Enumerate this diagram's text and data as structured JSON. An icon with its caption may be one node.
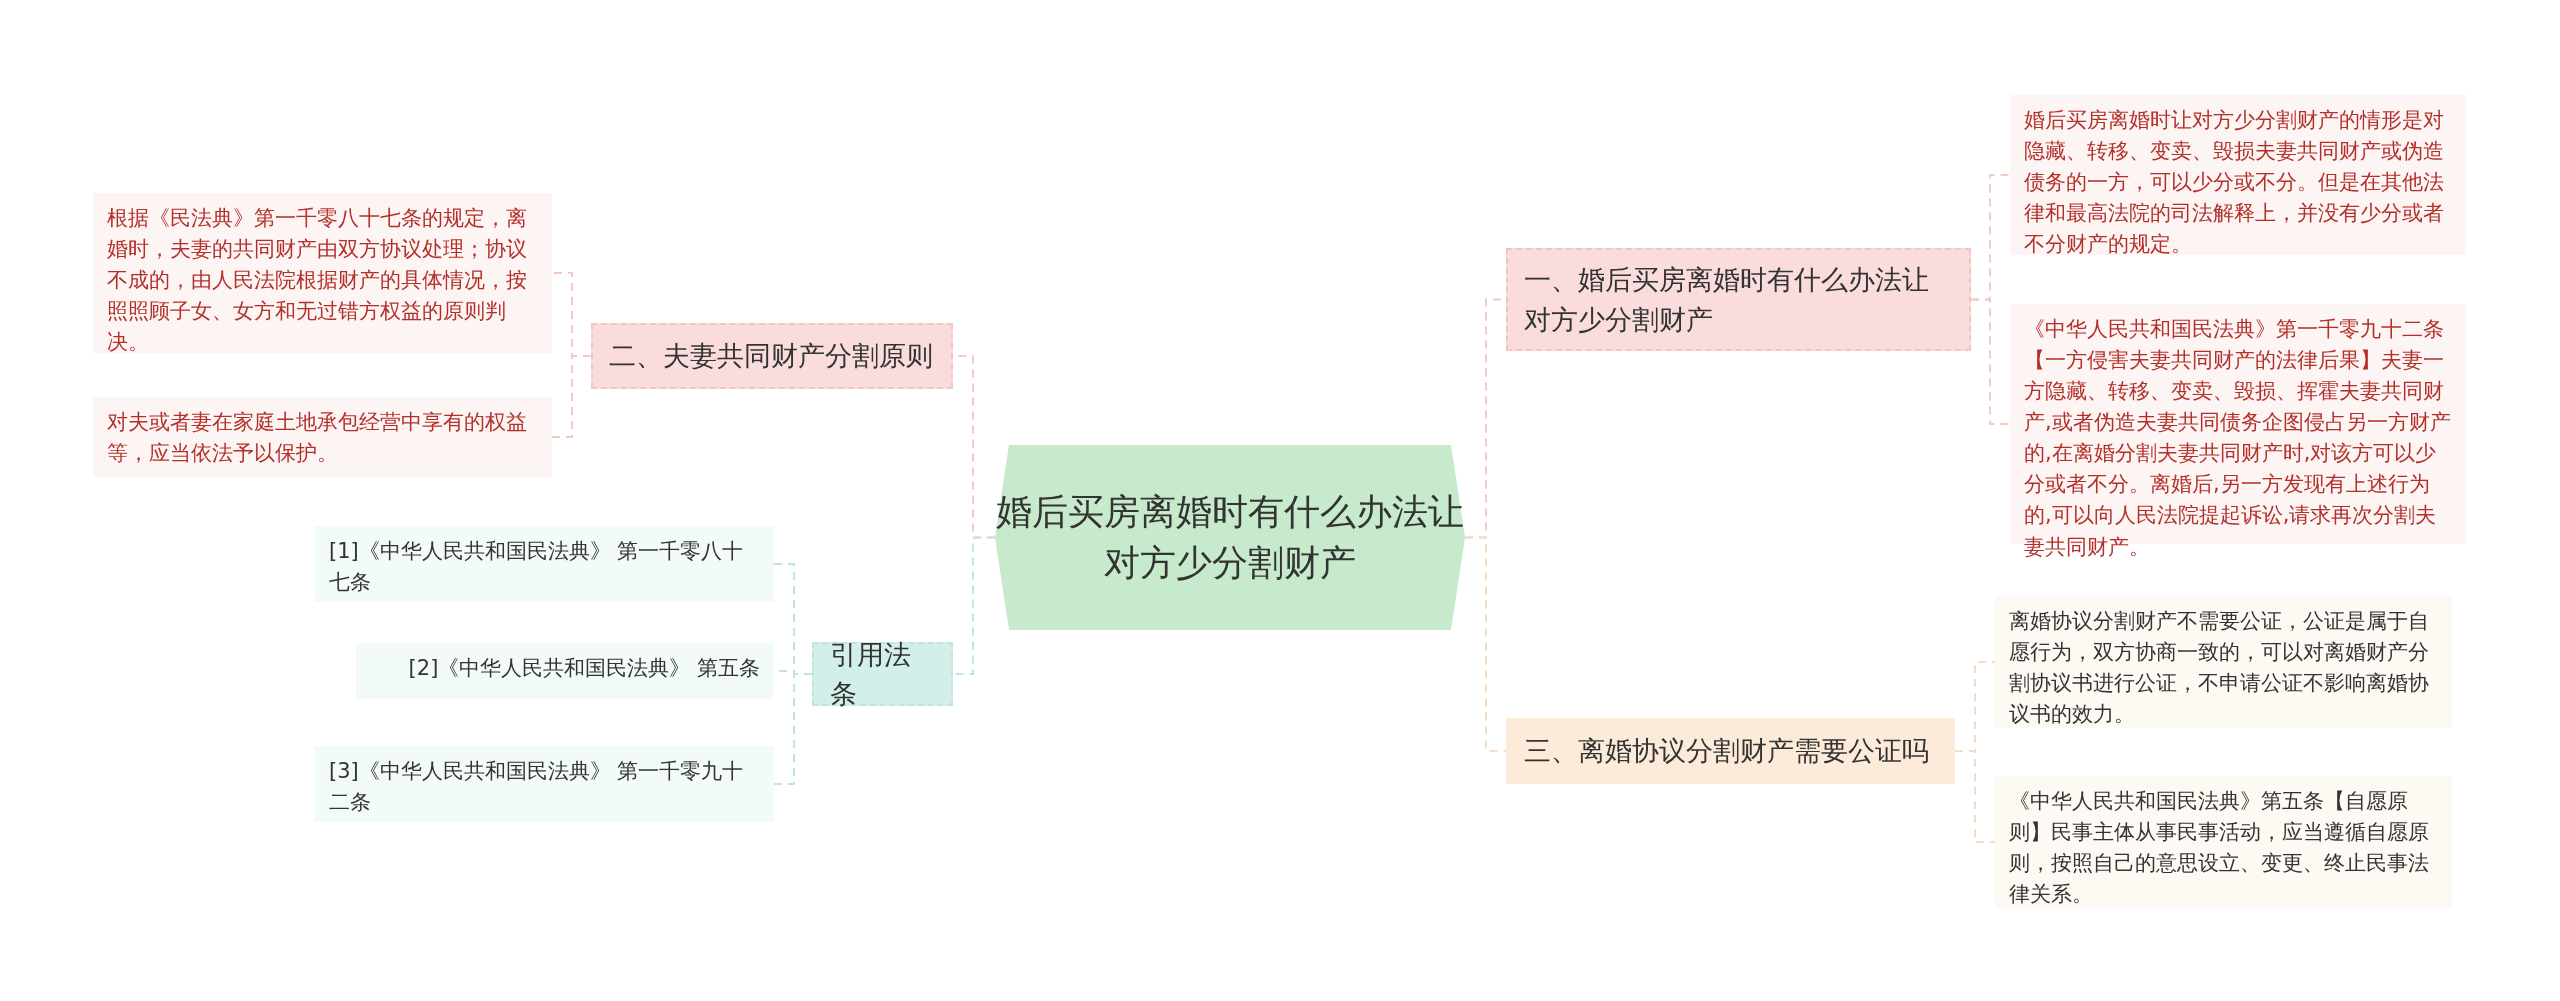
{
  "diagram": {
    "nodes": [
      {
        "text": [
          "婚后买房离婚时有什么办法让对方少分割财产"
        ]
      },
      {
        "text": [
          "一、婚后买房离婚时有什么办法让对方少分割财产"
        ]
      },
      {
        "text": [
          "婚后买房离婚时让对方少分割财产的情形是对隐藏、转移、变卖、毁损夫妻共同财产或伪造债务的一方，可以少分或不分。但是在其他法律和最高法院的司法解释上，并没有少分或者不分财产的规定。"
        ]
      },
      {
        "text": [
          "《中华人民共和国民法典》第一千零九十二条【一方侵害夫妻共同财产的法律后果】夫妻一方隐藏、转移、变卖、毁损、挥霍夫妻共同财产,或者伪造夫妻共同债务企图侵占另一方财产的,在离婚分割夫妻共同财产时,对该方可以少分或者不分。离婚后,另一方发现有上述行为的,可以向人民法院提起诉讼,请求再次分割夫妻共同财产。"
        ]
      },
      {
        "text": [
          "二、夫妻共同财产分割原则"
        ]
      },
      {
        "text": [
          "根据《民法典》第一千零八十七条的规定，离婚时，夫妻的共同财产由双方协议处理；协议不成的，由人民法院根据财产的具体情况，按照照顾子女、女方和无过错方权益的原则判决。"
        ]
      },
      {
        "text": [
          "对夫或者妻在家庭土地承包经营中享有的权益等，应当依法予以保护。"
        ]
      },
      {
        "text": [
          "三、离婚协议分割财产需要公证吗"
        ]
      },
      {
        "text": [
          "离婚协议分割财产不需要公证，公证是属于自愿行为，双方协商一致的，可以对离婚财产分割协议书进行公证，不申请公证不影响离婚协议书的效力。"
        ]
      },
      {
        "text": [
          "《中华人民共和国民法典》第五条【自愿原则】民事主体从事民事活动，应当遵循自愿原则，按照自己的意思设立、变更、终止民事法律关系。"
        ]
      },
      {
        "text": [
          "引用法条"
        ]
      },
      {
        "text": [
          "[1]《中华人民共和国民法典》 第一千零八十七条"
        ]
      },
      {
        "text": [
          "[2]《中华人民共和国民法典》 第五条"
        ]
      },
      {
        "text": [
          "[3]《中华人民共和国民法典》 第一千零九十二条"
        ]
      }
    ],
    "edges": [
      {
        "from": 0,
        "to": 1,
        "arrow": "none"
      },
      {
        "from": 1,
        "to": 2,
        "arrow": "none"
      },
      {
        "from": 1,
        "to": 3,
        "arrow": "none"
      },
      {
        "from": 0,
        "to": 4,
        "arrow": "none"
      },
      {
        "from": 4,
        "to": 5,
        "arrow": "none"
      },
      {
        "from": 4,
        "to": 6,
        "arrow": "none"
      },
      {
        "from": 0,
        "to": 7,
        "arrow": "none",
        "color": "#f5dcc4"
      },
      {
        "from": 7,
        "to": 8,
        "arrow": "none",
        "color": "#f5dcc4"
      },
      {
        "from": 7,
        "to": 9,
        "arrow": "none",
        "color": "#f5dcc4"
      },
      {
        "from": 0,
        "to": 10,
        "arrow": "none",
        "color": "#bfe6de"
      },
      {
        "from": 10,
        "to": 11,
        "arrow": "none",
        "color": "#bfe6de"
      },
      {
        "from": 10,
        "to": 12,
        "arrow": "none",
        "color": "#bfe6de"
      },
      {
        "from": 10,
        "to": 13,
        "arrow": "none",
        "color": "#bfe6de"
      }
    ]
  }
}
